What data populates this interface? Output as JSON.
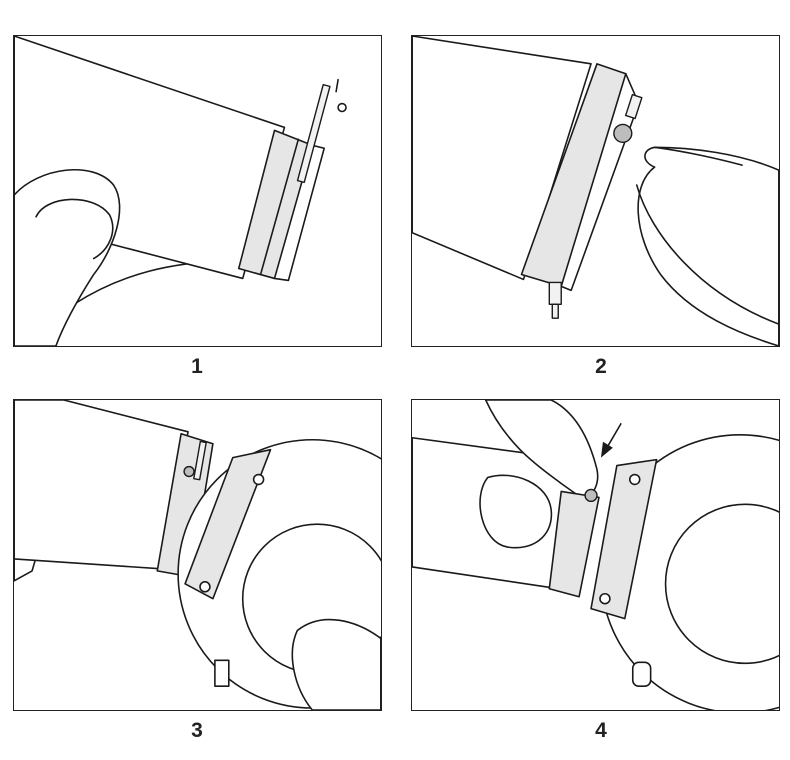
{
  "steps": [
    {
      "label": "1"
    },
    {
      "label": "2"
    },
    {
      "label": "3"
    },
    {
      "label": "4"
    }
  ],
  "colors": {
    "outline": "#1a1a1a",
    "metal": "#e6e6e6",
    "panel_border": "#222222",
    "background": "#ffffff"
  }
}
